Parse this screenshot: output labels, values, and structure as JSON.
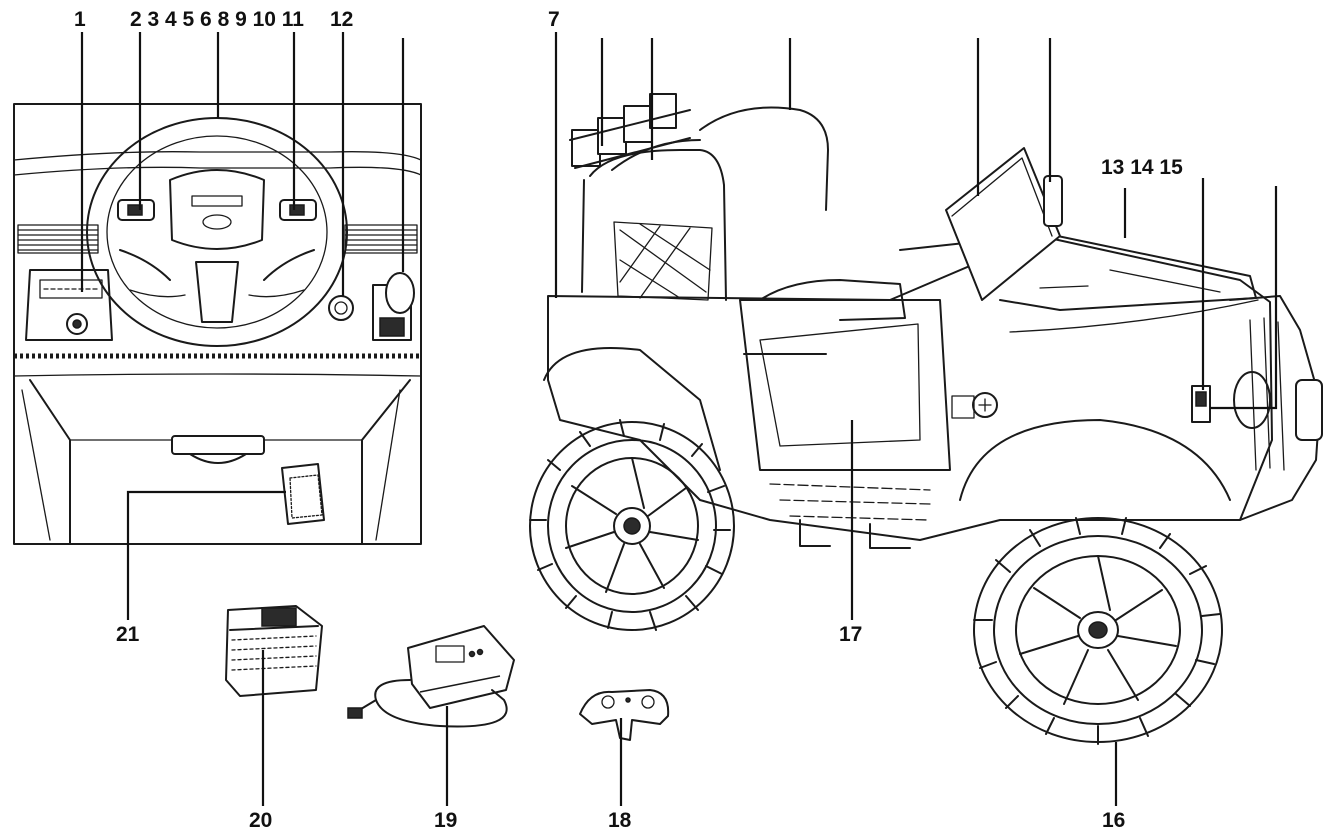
{
  "dashboard_labels": {
    "l1": "1",
    "group": "2 3 4 5 6 8 9 10 11",
    "l12": "12"
  },
  "car_labels": {
    "l7": "7",
    "group": "13 14 15",
    "l16": "16",
    "l17": "17"
  },
  "accessory_labels": {
    "l18": "18",
    "l19": "19",
    "l20": "20",
    "l21": "21"
  }
}
